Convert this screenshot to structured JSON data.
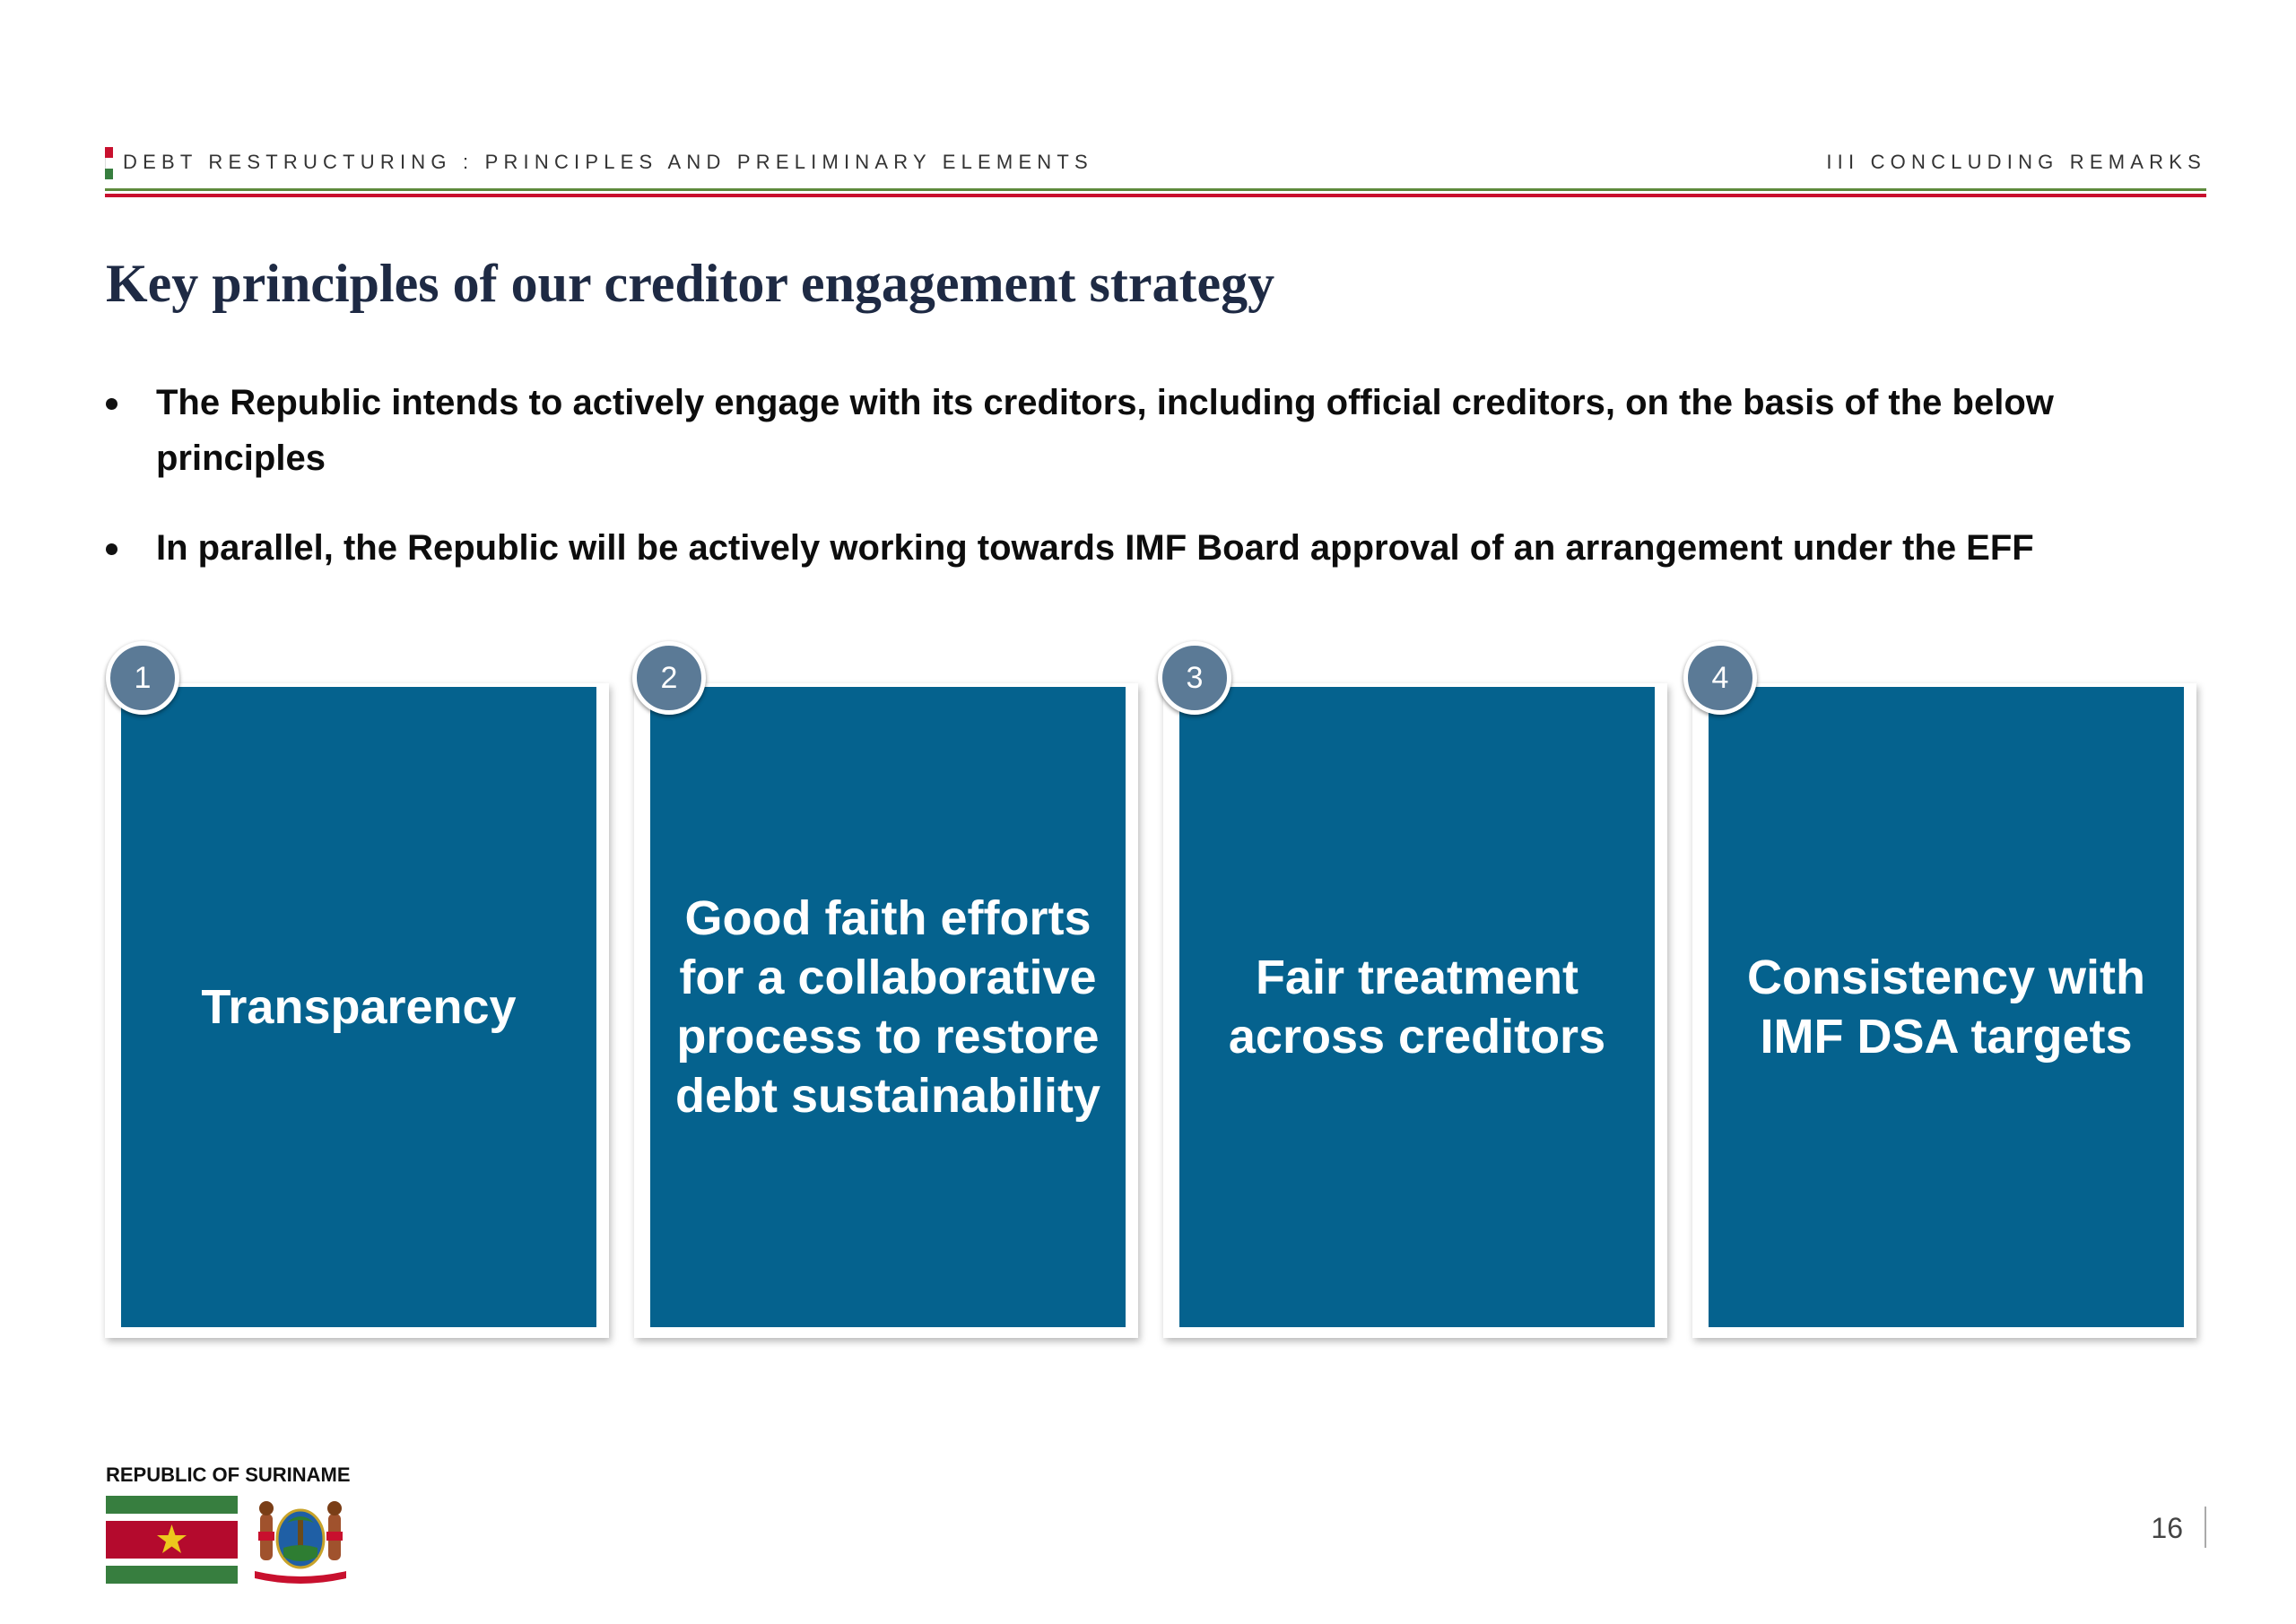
{
  "header": {
    "left_text": "DEBT RESTRUCTURING : PRINCIPLES AND PRELIMINARY ELEMENTS",
    "right_text": "III    CONCLUDING REMARKS",
    "colors": {
      "green": "#5d8a3c",
      "red": "#c8102e"
    }
  },
  "title": "Key principles of our creditor engagement strategy",
  "bullets": [
    "The Republic intends to actively engage with its creditors, including official creditors, on the basis of the below principles",
    "In parallel, the Republic will be actively working towards IMF Board approval of an arrangement under the EFF"
  ],
  "principles": [
    {
      "number": "1",
      "text": "Transparency"
    },
    {
      "number": "2",
      "text": "Good faith efforts for a collaborative process to restore debt sustainability"
    },
    {
      "number": "3",
      "text": "Fair treatment across creditors"
    },
    {
      "number": "4",
      "text": "Consistency with IMF DSA targets"
    }
  ],
  "card_color": "#05628e",
  "badge_color": "#5b7a96",
  "footer": {
    "label": "REPUBLIC OF SURINAME",
    "flag_icon": "suriname-flag-icon",
    "coat_icon": "suriname-coat-of-arms-icon"
  },
  "page_number": "16"
}
